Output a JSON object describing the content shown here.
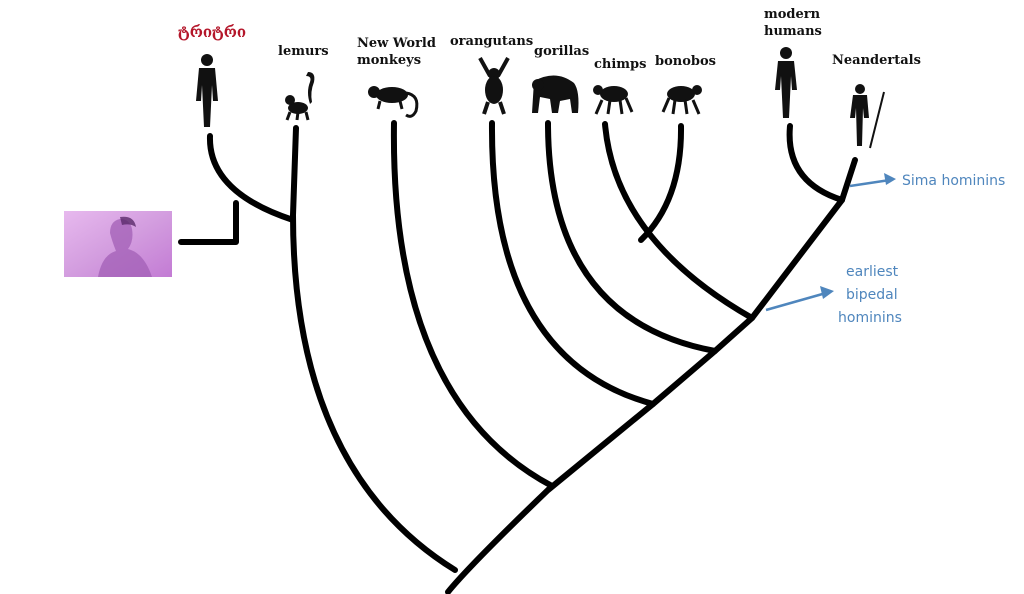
{
  "taxa": {
    "custom": "ტრიტრი",
    "lemurs": "lemurs",
    "nwm_line1": "New World",
    "nwm_line2": "monkeys",
    "orangutans": "orangutans",
    "gorillas": "gorillas",
    "chimps": "chimps",
    "bonobos": "bonobos",
    "humans_line1": "modern",
    "humans_line2": "humans",
    "neandertals": "Neandertals"
  },
  "annotations": {
    "sima": "Sima hominins",
    "bipedal_line1": "earliest",
    "bipedal_line2": "bipedal",
    "bipedal_line3": "hominins"
  },
  "colors": {
    "custom_label": "#b4162a",
    "annotation": "#4f86bd",
    "photo_tint": "#d9a6e3"
  },
  "icons": [
    "human-silhouette-icon",
    "lemur-silhouette-icon",
    "monkey-silhouette-icon",
    "orangutan-silhouette-icon",
    "gorilla-silhouette-icon",
    "chimp-silhouette-icon",
    "bonobo-silhouette-icon",
    "modern-human-silhouette-icon",
    "neandertal-silhouette-icon",
    "woman-photo"
  ]
}
